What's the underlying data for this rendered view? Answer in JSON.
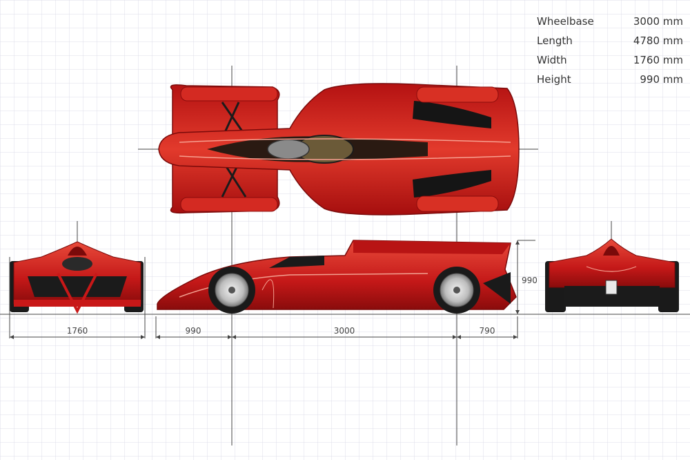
{
  "specs": [
    {
      "label": "Wheelbase",
      "value": "3000 mm"
    },
    {
      "label": "Length",
      "value": "4780 mm"
    },
    {
      "label": "Width",
      "value": "1760 mm"
    },
    {
      "label": "Height",
      "value": "990 mm"
    }
  ],
  "dimensions": {
    "front_width": "1760",
    "front_overhang": "990",
    "wheelbase": "3000",
    "rear_overhang": "790",
    "height": "990"
  },
  "colors": {
    "body_red": "#c81818",
    "body_dark": "#8a0c0c",
    "grid_line": "#d9d9e6",
    "guide_line": "#444444",
    "tire": "#1a1a1a"
  }
}
